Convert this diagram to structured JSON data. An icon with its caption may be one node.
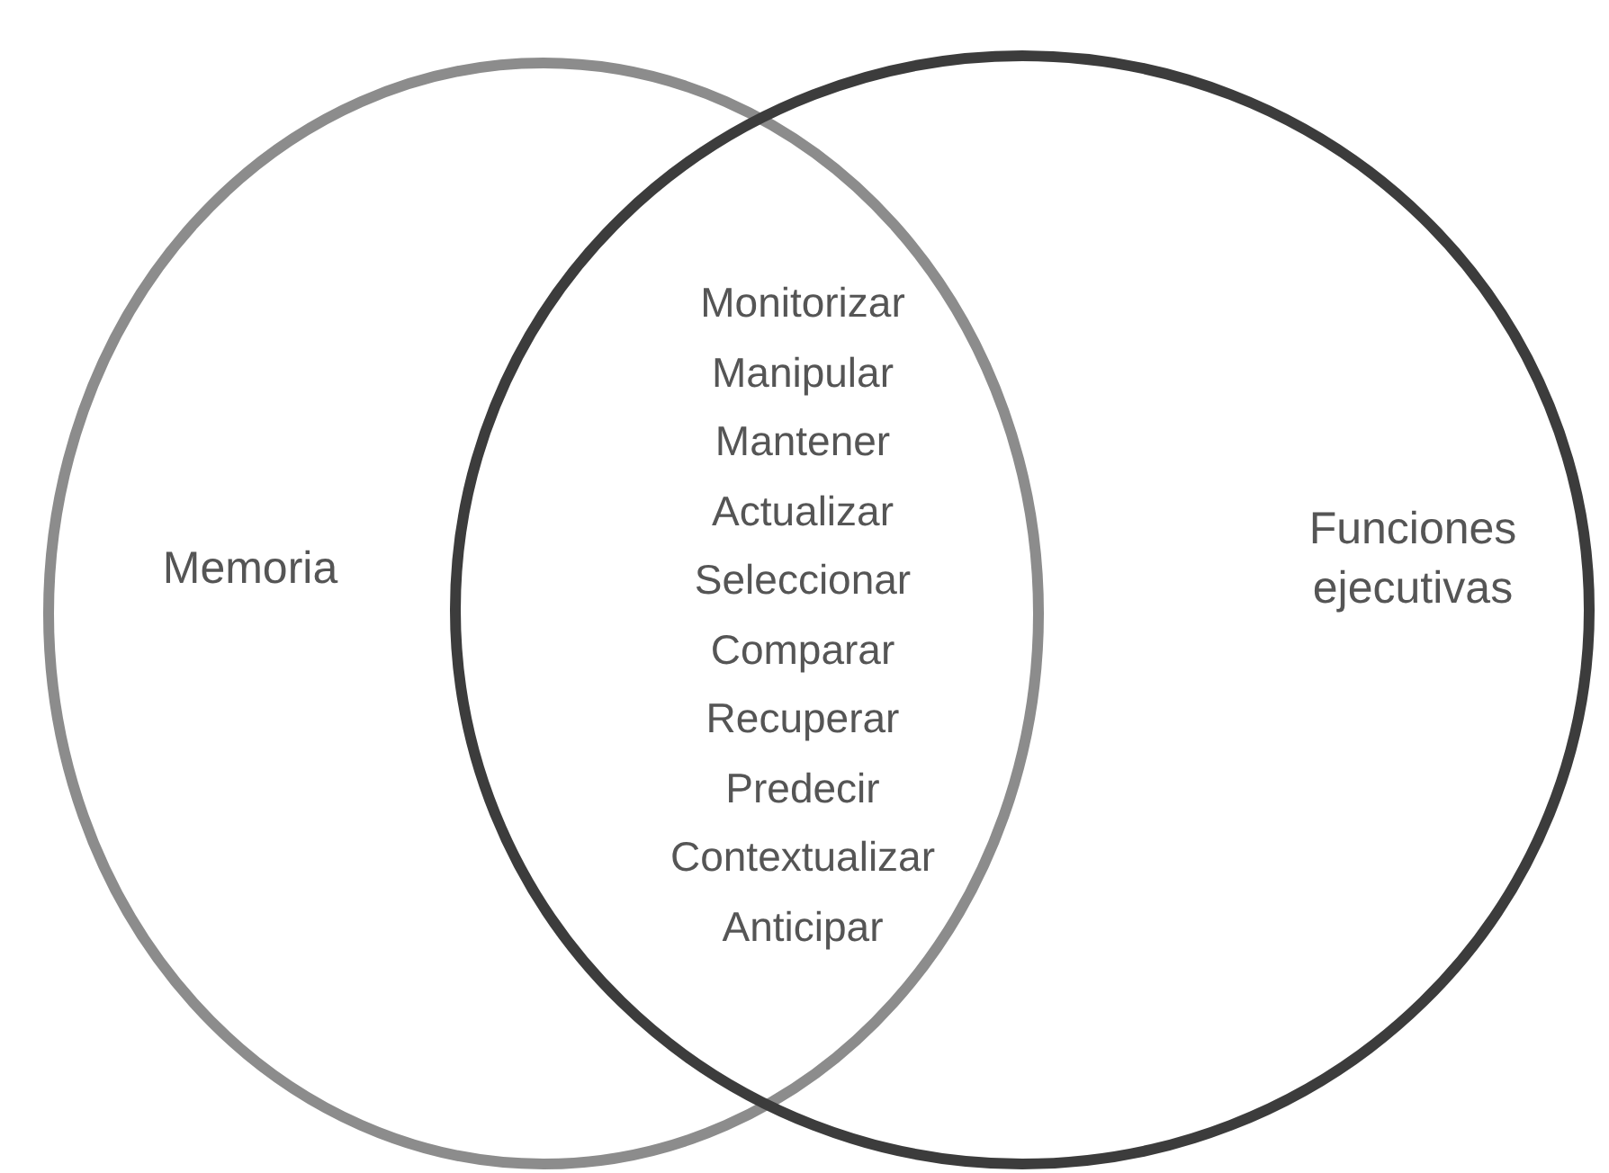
{
  "diagram": {
    "nodes": [
      {
        "text": [
          "Memoria"
        ]
      },
      {
        "text": [
          "Funciones ejecutivas"
        ]
      }
    ],
    "edges": [],
    "labels": [
      "Monitorizar",
      "Manipular",
      "Mantener",
      "Actualizar",
      "Seleccionar",
      "Comparar",
      "Recuperar",
      "Predecir",
      "Contextualizar",
      "Anticipar"
    ]
  }
}
